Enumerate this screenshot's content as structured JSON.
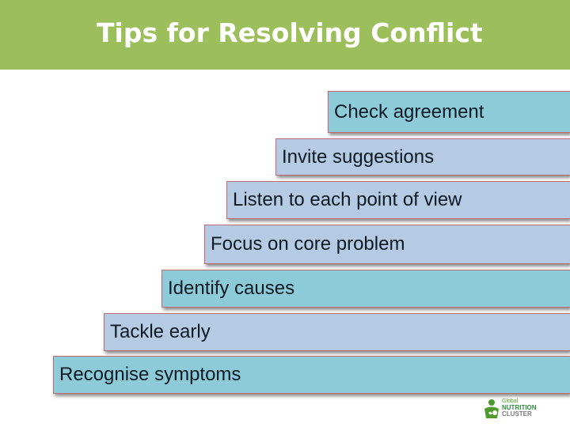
{
  "title": "Tips for Resolving Conflict",
  "steps": [
    "Check agreement",
    "Invite suggestions",
    "Listen to each point of view",
    "Focus on core problem",
    "Identify causes",
    "Tackle early",
    "Recognise symptoms"
  ],
  "logo": {
    "line1": "Global",
    "line2": "NUTRITION",
    "line3": "CLUSTER"
  },
  "colors": {
    "header": "#9cbe5b",
    "step_teal": "#8ecbd9",
    "step_blue": "#b5cbe3",
    "step_border": "#c06a78"
  }
}
